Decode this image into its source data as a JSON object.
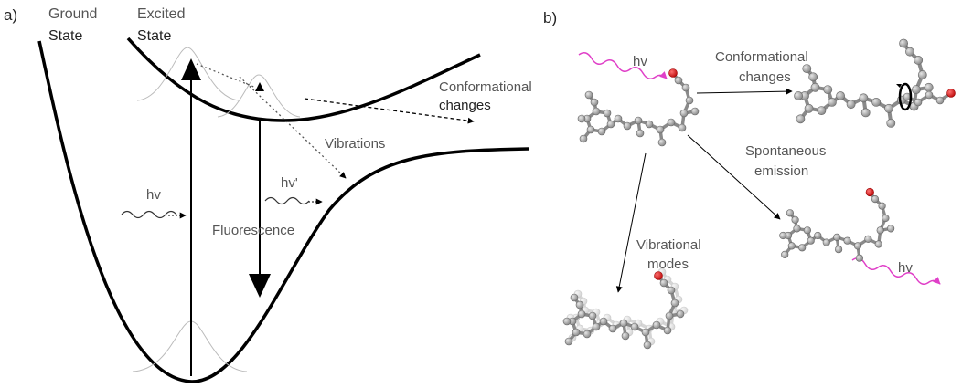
{
  "panel_a": {
    "label": "a)",
    "ground_label_top": "Ground",
    "ground_label_bottom": "State",
    "excited_label_top": "Excited",
    "excited_label_bottom": "State",
    "hv": "hv",
    "hv_prime": "hv'",
    "fluorescence": "Fluorescence",
    "vibrations": "Vibrations",
    "conformational_top": "Conformational",
    "conformational_bottom": "changes"
  },
  "panel_b": {
    "label": "b)",
    "hv_in": "hv",
    "conformational_top": "Conformational",
    "conformational_bottom": "changes",
    "spontaneous_top": "Spontaneous",
    "spontaneous_bottom": "emission",
    "vibrational_top": "Vibrational",
    "vibrational_bottom": "modes",
    "hv_out": "hv"
  },
  "colors": {
    "curve": "#000000",
    "atom": "#9a9a9a",
    "oxygen": "#d62020",
    "photon": "#e040c8",
    "text": "#555555"
  }
}
